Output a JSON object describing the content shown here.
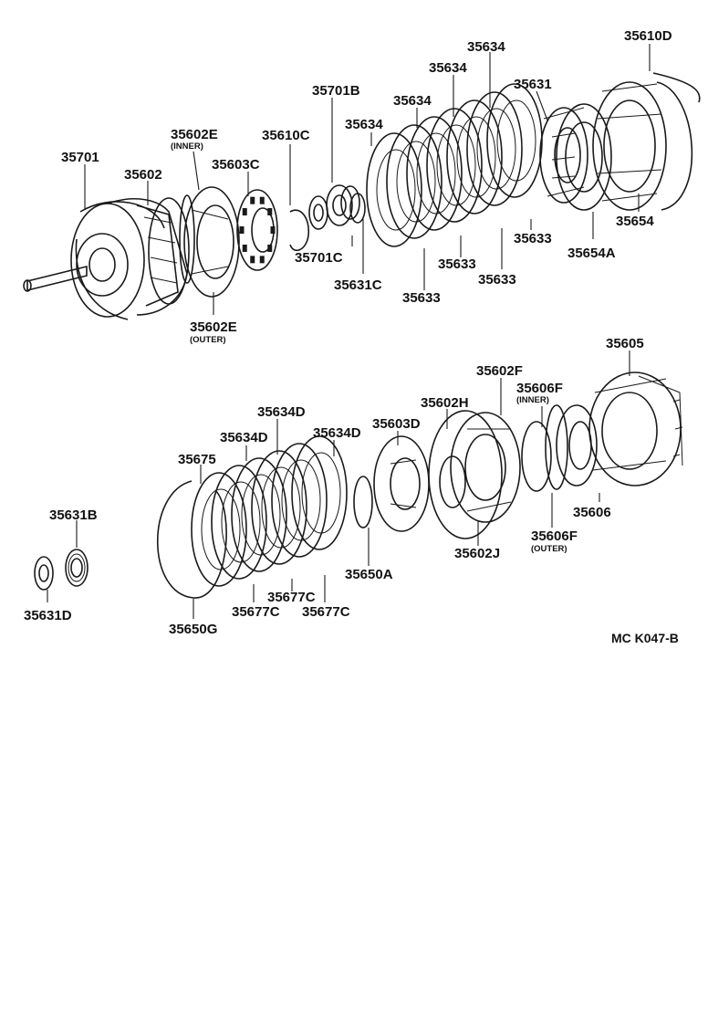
{
  "diagram_code": "MC K047-B",
  "labels": {
    "p35610D": "35610D",
    "p35634_a": "35634",
    "p35634_b": "35634",
    "p35634_c": "35634",
    "p35634_d": "35634",
    "p35631": "35631",
    "p35701B": "35701B",
    "p35602E_inner": "35602E",
    "p35602E_inner_note": "(INNER)",
    "p35610C": "35610C",
    "p35701": "35701",
    "p35602": "35602",
    "p35603C": "35603C",
    "p35701C": "35701C",
    "p35631C": "35631C",
    "p35633_a": "35633",
    "p35633_b": "35633",
    "p35633_c": "35633",
    "p35633_d": "35633",
    "p35654": "35654",
    "p35654A": "35654A",
    "p35602E_outer": "35602E",
    "p35602E_outer_note": "(OUTER)",
    "p35605": "35605",
    "p35602F": "35602F",
    "p35606F_inner": "35606F",
    "p35606F_inner_note": "(INNER)",
    "p35634D_a": "35634D",
    "p35602H": "35602H",
    "p35634D_b": "35634D",
    "p35634D_c": "35634D",
    "p35603D": "35603D",
    "p35675": "35675",
    "p35606": "35606",
    "p35606F_outer": "35606F",
    "p35606F_outer_note": "(OUTER)",
    "p35602J": "35602J",
    "p35631B": "35631B",
    "p35650A": "35650A",
    "p35677C_a": "35677C",
    "p35677C_b": "35677C",
    "p35677C_c": "35677C",
    "p35631D": "35631D",
    "p35650G": "35650G"
  }
}
